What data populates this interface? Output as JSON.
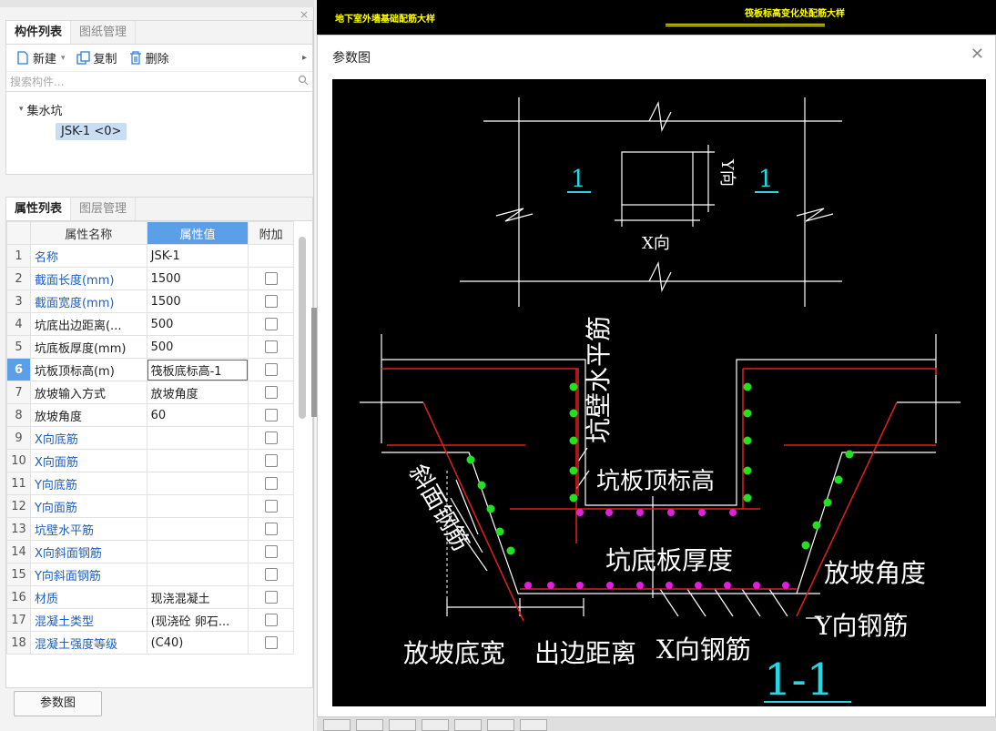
{
  "component_panel": {
    "tabs": [
      "构件列表",
      "图纸管理"
    ],
    "toolbar": {
      "new": "新建",
      "copy": "复制",
      "delete": "删除",
      "more": "▸"
    },
    "search_placeholder": "搜索构件...",
    "tree": {
      "group": "集水坑",
      "item": "JSK-1 <0>"
    }
  },
  "property_panel": {
    "tabs": [
      "属性列表",
      "图层管理"
    ],
    "headers": {
      "name": "属性名称",
      "value": "属性值",
      "extra": "附加"
    },
    "rows": [
      {
        "n": "1",
        "name": "名称",
        "value": "JSK-1",
        "blue": true,
        "chk": false
      },
      {
        "n": "2",
        "name": "截面长度(mm)",
        "value": "1500",
        "blue": true,
        "chk": true
      },
      {
        "n": "3",
        "name": "截面宽度(mm)",
        "value": "1500",
        "blue": true,
        "chk": true
      },
      {
        "n": "4",
        "name": "坑底出边距离(...",
        "value": "500",
        "blue": false,
        "chk": true
      },
      {
        "n": "5",
        "name": "坑底板厚度(mm)",
        "value": "500",
        "blue": false,
        "chk": true
      },
      {
        "n": "6",
        "name": "坑板顶标高(m)",
        "value": "筏板底标高-1",
        "blue": false,
        "chk": true,
        "selected": true
      },
      {
        "n": "7",
        "name": "放坡输入方式",
        "value": "放坡角度",
        "blue": false,
        "chk": true
      },
      {
        "n": "8",
        "name": "放坡角度",
        "value": "60",
        "blue": false,
        "chk": true
      },
      {
        "n": "9",
        "name": "X向底筋",
        "value": "",
        "blue": true,
        "chk": true
      },
      {
        "n": "10",
        "name": "X向面筋",
        "value": "",
        "blue": true,
        "chk": true
      },
      {
        "n": "11",
        "name": "Y向底筋",
        "value": "",
        "blue": true,
        "chk": true
      },
      {
        "n": "12",
        "name": "Y向面筋",
        "value": "",
        "blue": true,
        "chk": true
      },
      {
        "n": "13",
        "name": "坑壁水平筋",
        "value": "",
        "blue": true,
        "chk": true
      },
      {
        "n": "14",
        "name": "X向斜面钢筋",
        "value": "",
        "blue": true,
        "chk": true
      },
      {
        "n": "15",
        "name": "Y向斜面钢筋",
        "value": "",
        "blue": true,
        "chk": true
      },
      {
        "n": "16",
        "name": "材质",
        "value": "现浇混凝土",
        "blue": true,
        "chk": true
      },
      {
        "n": "17",
        "name": "混凝土类型",
        "value": "(现浇砼 卵石...",
        "blue": true,
        "chk": true
      },
      {
        "n": "18",
        "name": "混凝土强度等级",
        "value": "(C40)",
        "blue": true,
        "chk": true
      }
    ],
    "param_button": "参数图"
  },
  "dialog": {
    "title": "参数图",
    "close": "✕"
  },
  "cad_strip": {
    "left_text": "地下室外墙基础配筋大样",
    "right_text": "筏板标高变化处配筋大样"
  },
  "diagram": {
    "plan_label_left": "1",
    "plan_label_right": "1",
    "y_dir": "Y向",
    "x_dir": "X向",
    "wall_horiz": "坑壁水平筋",
    "pit_top": "坑板顶标高",
    "slope_rebar": "斜面钢筋",
    "bottom_thick": "坑底板厚度",
    "slope_angle": "放坡角度",
    "y_rebar": "Y向钢筋",
    "slope_width": "放坡底宽",
    "edge_dist": "出边距离",
    "x_rebar": "X向钢筋",
    "section": "1-1"
  }
}
